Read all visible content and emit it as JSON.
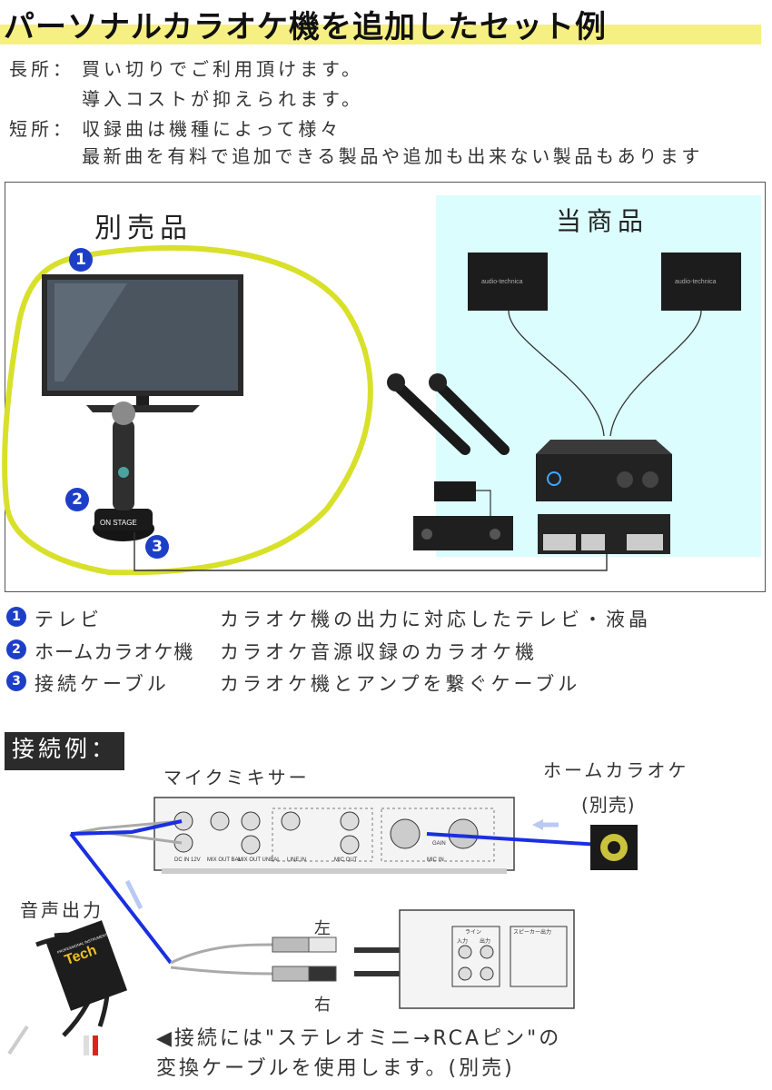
{
  "header": {
    "title": "パーソナルカラオケ機を追加したセット例"
  },
  "pros": {
    "label": "長所：",
    "line1": "買い切りでご利用頂けます。",
    "line2": "導入コストが抑えられます。"
  },
  "cons": {
    "label": "短所：",
    "line1": "収録曲は機種によって様々",
    "line2": "最新曲を有料で追加できる製品や追加も出来ない製品もあります"
  },
  "diagram": {
    "separate_label": "別売品",
    "product_label": "当商品",
    "speaker_brand": "audio-technica",
    "mic_base_brand": "ON STAGE",
    "badges": [
      "1",
      "2",
      "3"
    ]
  },
  "legend": [
    {
      "num": "1",
      "name": "テレビ",
      "desc": "カラオケ機の出力に対応したテレビ・液晶"
    },
    {
      "num": "2",
      "name": "ホームカラオケ機",
      "desc": "カラオケ音源収録のカラオケ機"
    },
    {
      "num": "3",
      "name": "接続ケーブル",
      "desc": "カラオケ機とアンプを繋ぐケーブル"
    }
  ],
  "connection": {
    "section_title": "接続例：",
    "mixer_label": "マイクミキサー",
    "karaoke_label": "ホームカラオケ",
    "karaoke_sub": "(別売)",
    "audio_out_label": "音声出力",
    "left_label": "左",
    "right_label": "右",
    "note_line1": "◀接続には\"ステレオミニ→RCAピン\"の",
    "note_line2": "変換ケーブルを使用します。(別売)",
    "mixer_ports": [
      "DC IN 12V",
      "MIX OUT BAL",
      "MIX OUT UNBAL",
      "LINE IN",
      "MIC OUT",
      "GAIN",
      "MIC IN"
    ],
    "amp_labels": [
      "ライン",
      "入力",
      "出力",
      "スピーカー出力"
    ],
    "cable_brand": "Tech",
    "cable_text": "PROFESSIONAL INSTRUMENT CABLES"
  },
  "colors": {
    "highlight": "#f6ef83",
    "cyan_panel": "#dcfdfd",
    "badge_blue": "#1d3fc8",
    "circle_yellow": "#d8e02a",
    "cable_blue": "#1a2fe0"
  }
}
